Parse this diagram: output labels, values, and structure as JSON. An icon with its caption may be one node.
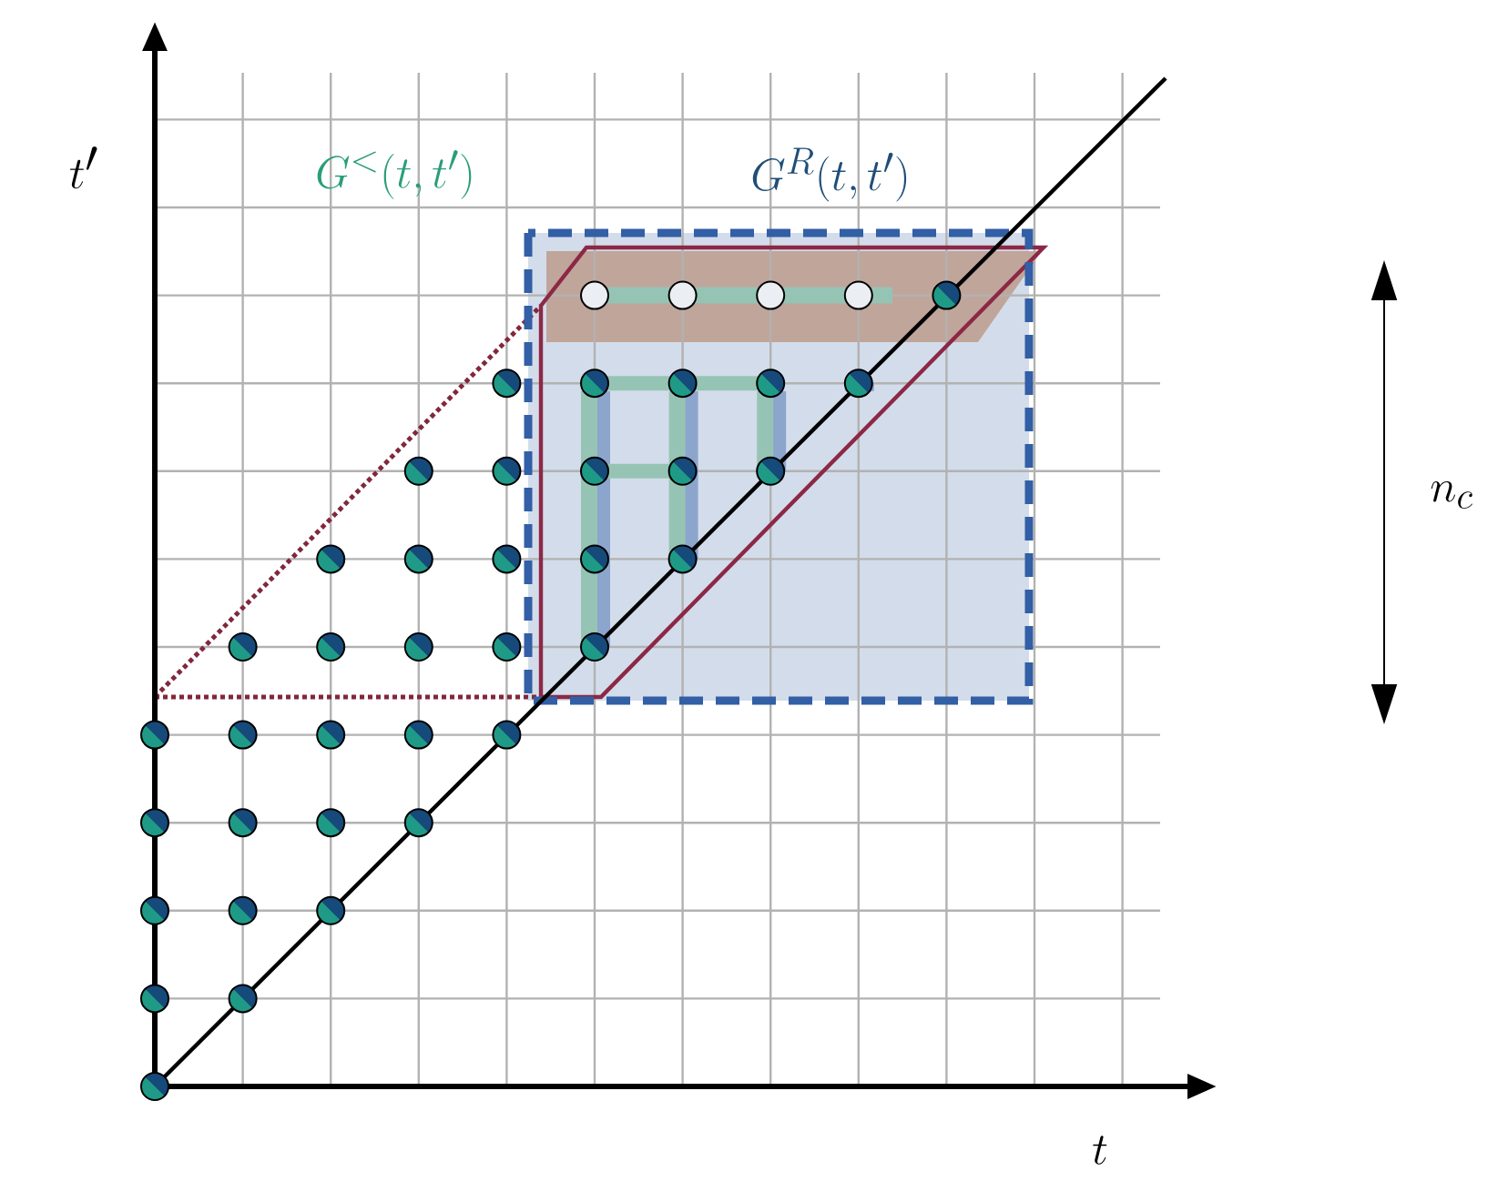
{
  "diagram": {
    "labels": [
      "t'",
      "G^<(t,t')",
      "G^R(t,t')",
      "n_c",
      "t"
    ]
  }
}
